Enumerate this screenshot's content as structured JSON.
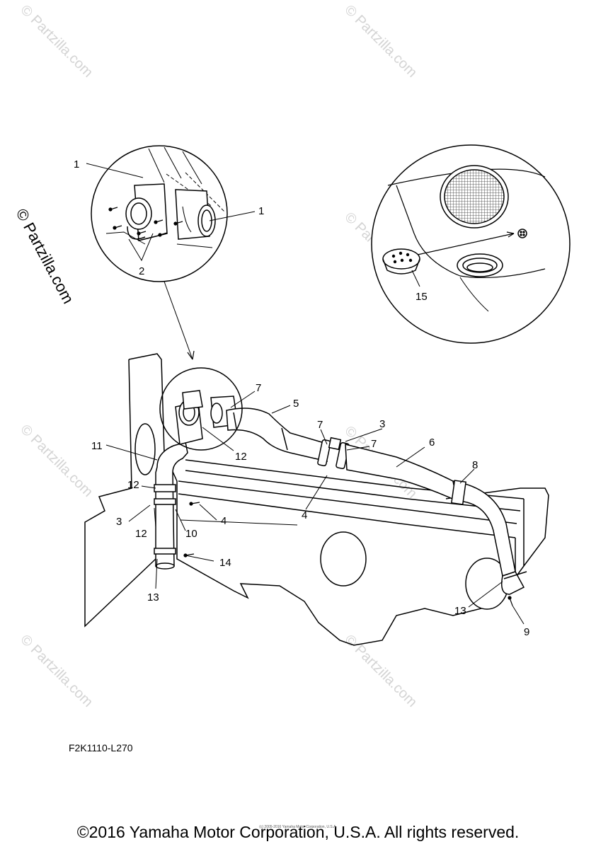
{
  "diagram": {
    "callouts": {
      "c1a": "1",
      "c1b": "1",
      "c2": "2",
      "c15": "15",
      "c7a": "7",
      "c5": "5",
      "c7b": "7",
      "c3a": "3",
      "c7c": "7",
      "c6": "6",
      "c11": "11",
      "c12a": "12",
      "c8": "8",
      "c12b": "12",
      "c3b": "3",
      "c4a": "4",
      "c12c": "12",
      "c4b": "4",
      "c10": "10",
      "c14": "14",
      "c13a": "13",
      "c13b": "13",
      "c9": "9"
    },
    "watermark": "© Partzilla.com",
    "side_watermark": "© Partzilla.com",
    "figure_code": "F2K1110-L270",
    "copyright": "©2016 Yamaha Motor Corporation, U.S.A. All rights reserved.",
    "small_copyright": "(c) 2005-2016 Yamaha Motor Corporation, U.S.A."
  }
}
